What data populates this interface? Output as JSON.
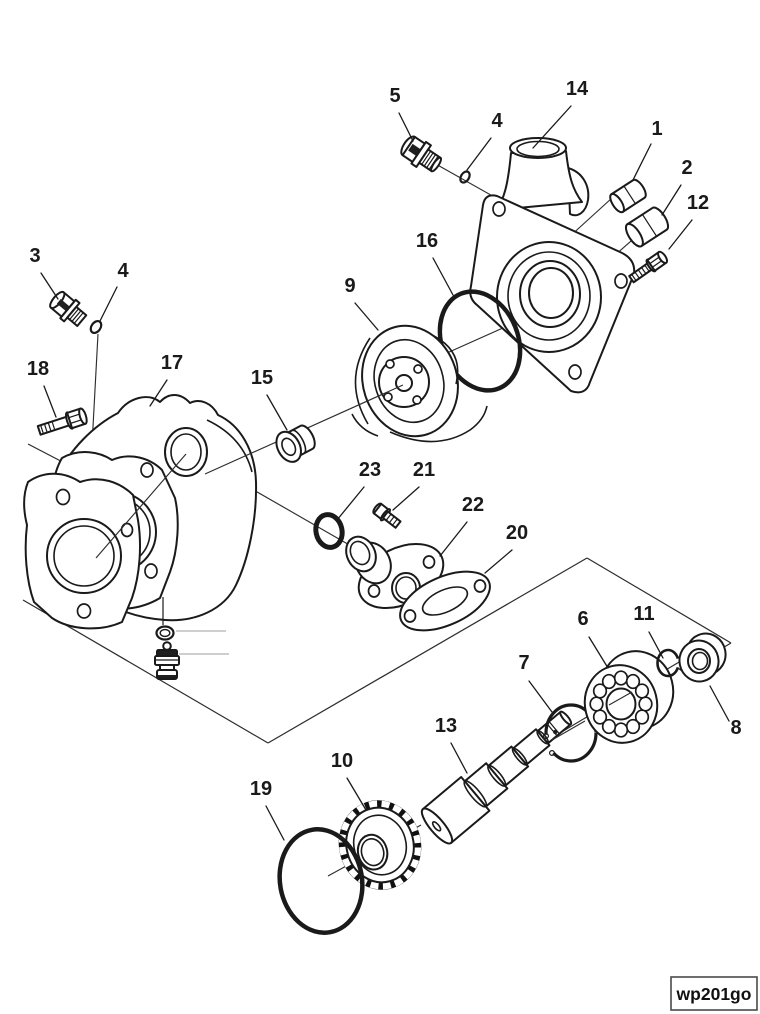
{
  "diagram": {
    "footer_code": "wp201go",
    "callouts": {
      "n1": "1",
      "n2": "2",
      "n3": "3",
      "n4a": "4",
      "n4b": "4",
      "n5": "5",
      "n6": "6",
      "n7": "7",
      "n8": "8",
      "n9": "9",
      "n10": "10",
      "n11": "11",
      "n12": "12",
      "n13": "13",
      "n14": "14",
      "n15": "15",
      "n16": "16",
      "n17": "17",
      "n18": "18",
      "n19": "19",
      "n20": "20",
      "n21": "21",
      "n22": "22",
      "n23": "23"
    },
    "colors": {
      "background": "#ffffff",
      "line": "#1a1a1a",
      "construction": "#2e2e2e",
      "leader_gray": "#b0b0b0"
    }
  }
}
